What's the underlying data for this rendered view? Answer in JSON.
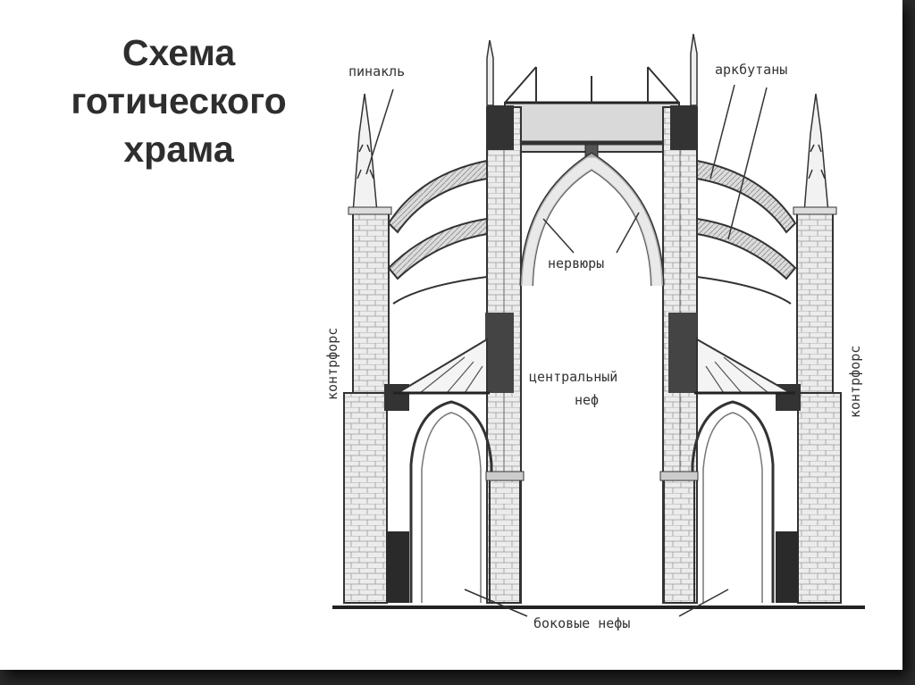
{
  "title_lines": [
    "Схема",
    "готического",
    "храма"
  ],
  "labels": {
    "pinnacle": "пинакль",
    "flying_buttresses": "аркбутаны",
    "ribs": "нервюры",
    "nave_line1": "центральный",
    "nave_line2": "неф",
    "buttress_left": "контрфорс",
    "buttress_right": "контрфорс",
    "side_naves": "боковые нефы"
  },
  "colors": {
    "ink": "#333333",
    "stone": "#e8e8e8",
    "dark": "#2a2a2a",
    "background": "#ffffff"
  }
}
